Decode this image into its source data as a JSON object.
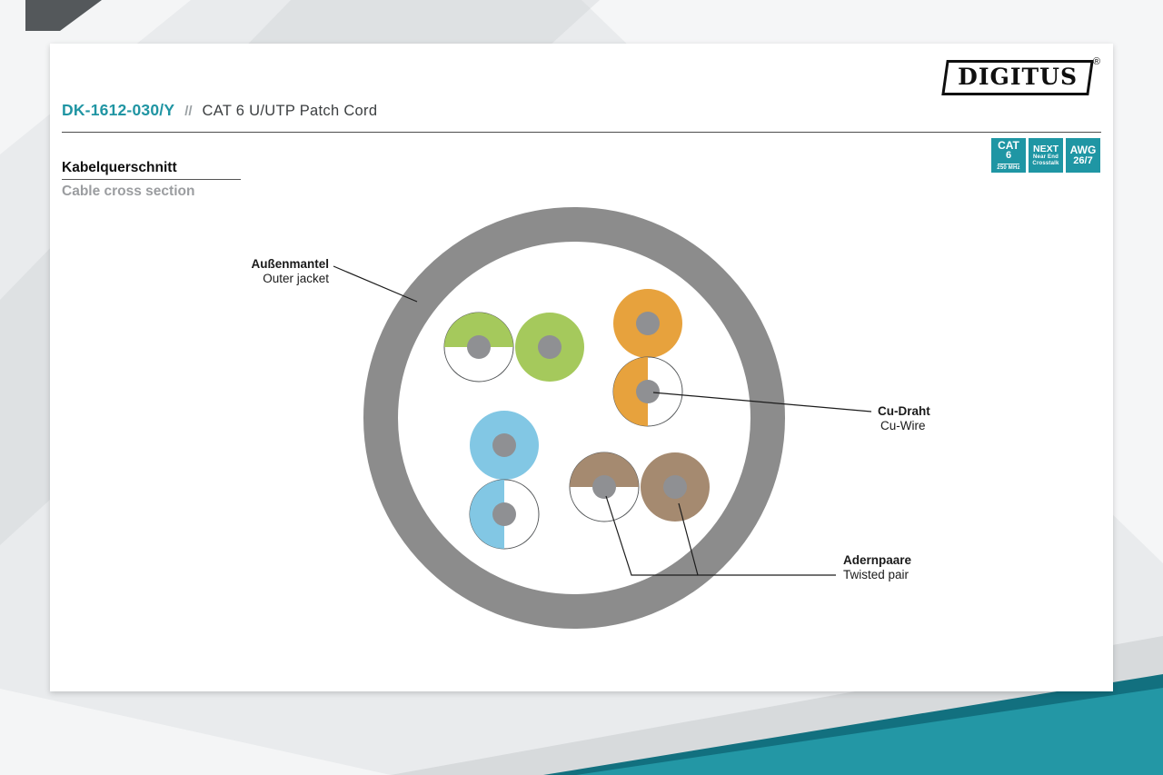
{
  "brand": {
    "name": "DIGITUS",
    "registered": "®"
  },
  "header": {
    "product_code": "DK-1612-030/Y",
    "separator": "//",
    "product_name": "CAT 6 U/UTP Patch Cord"
  },
  "section": {
    "title_de": "Kabelquerschnitt",
    "title_en": "Cable cross section"
  },
  "badges": {
    "cat": {
      "top": "CAT",
      "mid": "6",
      "bottom": "250 MHz"
    },
    "next": {
      "top": "NEXT",
      "mid": "Near End",
      "bottom": "Crosstalk"
    },
    "awg": {
      "top": "AWG",
      "mid": "26/7"
    }
  },
  "labels": {
    "outer_jacket_de": "Außenmantel",
    "outer_jacket_en": "Outer jacket",
    "cu_wire_de": "Cu-Draht",
    "cu_wire_en": "Cu-Wire",
    "twisted_pair_de": "Adernpaare",
    "twisted_pair_en": "Twisted pair"
  },
  "colors": {
    "accent_teal": "#1f96a4",
    "jacket_gray": "#8c8c8c",
    "wire_green": "#a5c95c",
    "wire_orange": "#e7a23d",
    "wire_blue": "#82c7e4",
    "wire_brown": "#a58a70",
    "conductor_gray": "#8f9093",
    "white": "#ffffff"
  }
}
